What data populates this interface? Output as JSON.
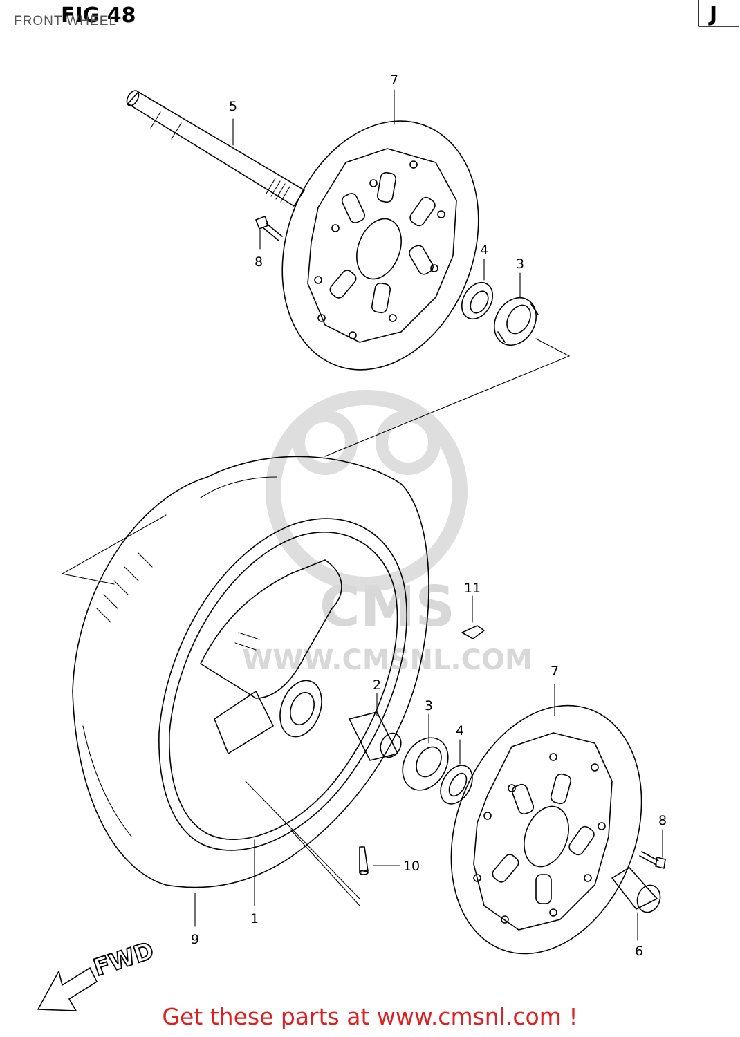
{
  "figure": {
    "number_label": "FIG 48",
    "section": "FRONT WHEEL",
    "corner_tab": "J"
  },
  "callouts": {
    "c1": "1",
    "c2": "2",
    "c3a": "3",
    "c3b": "3",
    "c4a": "4",
    "c4b": "4",
    "c5": "5",
    "c6": "6",
    "c7a": "7",
    "c7b": "7",
    "c8a": "8",
    "c8b": "8",
    "c9": "9",
    "c10": "10",
    "c11": "11"
  },
  "direction": {
    "label": "FWD"
  },
  "watermark": {
    "text": "WWW.CMSNL.COM",
    "brand": "CMS"
  },
  "footer": {
    "text": "Get these parts at www.cmsnl.com !",
    "color": "#e02020"
  }
}
